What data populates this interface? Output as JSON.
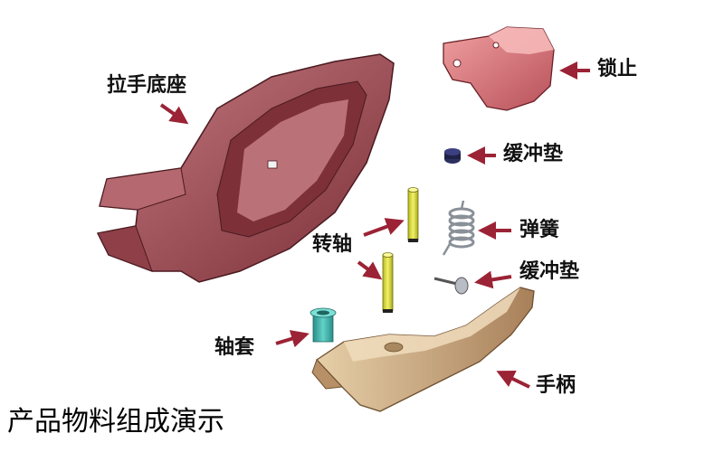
{
  "labels": {
    "base": "拉手底座",
    "lock": "锁止",
    "cushion_top": "缓冲垫",
    "shaft": "转轴",
    "spring": "弹簧",
    "cushion_bottom": "缓冲垫",
    "sleeve": "轴套",
    "handle": "手柄"
  },
  "caption": "产品物料组成演示",
  "colors": {
    "arrow": "#9b2335",
    "base_fill": "#a8555e",
    "base_dark": "#6e2a33",
    "lock_fill": "#d4706e",
    "handle_fill": "#c8a77e",
    "shaft_fill": "#e3e34a",
    "sleeve_fill": "#3fb8b0",
    "cushion_fill": "#1f2244",
    "spring_stroke": "#9aa0a8"
  }
}
